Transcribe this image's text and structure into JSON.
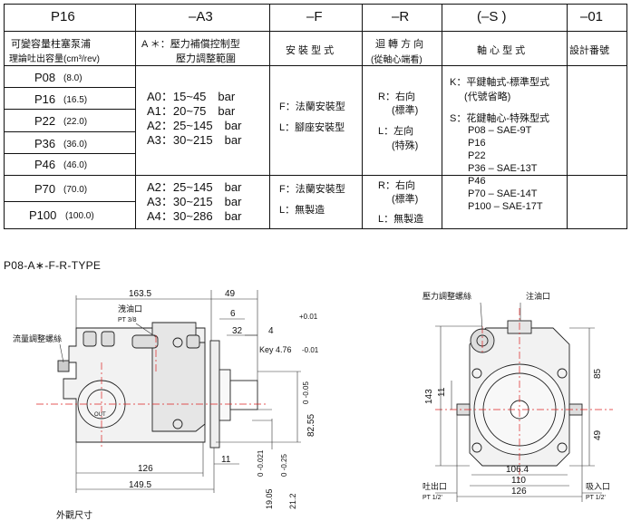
{
  "table": {
    "headers": [
      "P16",
      "–A3",
      "–F",
      "–R",
      "(–S )",
      "–01"
    ],
    "subheaders": {
      "col1_line1": "可變容量柱塞泵浦",
      "col1_line2": "理論吐出容量(cm³/rev)",
      "col2_line1": "A ＊：壓力補償控制型",
      "col2_line2": "壓力調整範圍",
      "col3": "安 裝 型 式",
      "col4_line1": "迴 轉 方 向",
      "col4_line2": "(從軸心端看)",
      "col5": "軸 心 型 式",
      "col6": "設計番號"
    },
    "models": [
      {
        "name": "P08",
        "cap": "(8.0)"
      },
      {
        "name": "P16",
        "cap": "(16.5)"
      },
      {
        "name": "P22",
        "cap": "(22.0)"
      },
      {
        "name": "P36",
        "cap": "(36.0)"
      },
      {
        "name": "P46",
        "cap": "(46.0)"
      },
      {
        "name": "P70",
        "cap": "(70.0)"
      },
      {
        "name": "P100",
        "cap": "(100.0)"
      }
    ],
    "pressure_group1": [
      "A0：15~45　bar",
      "A1：20~75　bar",
      "A2：25~145　bar",
      "A3：30~215　bar"
    ],
    "pressure_group2": [
      "A2：25~145　bar",
      "A3：30~215　bar",
      "A4：30~286　bar"
    ],
    "mount_group1": [
      "F：法蘭安裝型",
      "L：腳座安裝型"
    ],
    "mount_group2": [
      "F：法蘭安裝型",
      "L：無製造"
    ],
    "rotation_group1": [
      "R：右向",
      "(標準)",
      "L：左向",
      "(特殊)"
    ],
    "rotation_group2": [
      "R：右向",
      "(標準)",
      "L：無製造"
    ],
    "shaft": [
      "K：平鍵軸式-標準型式",
      "(代號省略)",
      "S：花鍵軸心-特殊型式",
      "P08  –  SAE-9T",
      "P16",
      "P22",
      "P36  –  SAE-13T",
      "P46",
      "P70  –  SAE-14T",
      "P100 – SAE-17T"
    ]
  },
  "drawing": {
    "title": "P08-A∗-F-R-TYPE",
    "labels": {
      "flow_screw": "流量調整螺絲",
      "drain_port": "洩油口",
      "drain_pt": "PT 3/8",
      "pressure_screw": "壓力調整螺絲",
      "fill_port": "注油口",
      "outlet": "吐出口",
      "outlet_pt": "PT 1/2'",
      "inlet": "吸入口",
      "inlet_pt": "PT 1/2'",
      "out_mark": "OUT"
    },
    "dims_side": {
      "d163": "163.5",
      "d49": "49",
      "d6": "6",
      "d32": "32",
      "d4": "4",
      "tol1": "+0.01",
      "key": "Key 4.76",
      "tol2": "-0.01",
      "d82": "82.55",
      "d82tol": "0\n-0.05",
      "d11": "11",
      "d126": "126",
      "d149": "149.5",
      "d19": "19.05",
      "d19tol": "0\n-0.021",
      "d21": "21.2",
      "d21tol": "0\n-0.25"
    },
    "dims_front": {
      "d143": "143",
      "d11": "11",
      "d85": "85",
      "d49": "49",
      "d106": "106.4",
      "d110": "110",
      "d126": "126"
    }
  },
  "footer": "外觀尺寸"
}
